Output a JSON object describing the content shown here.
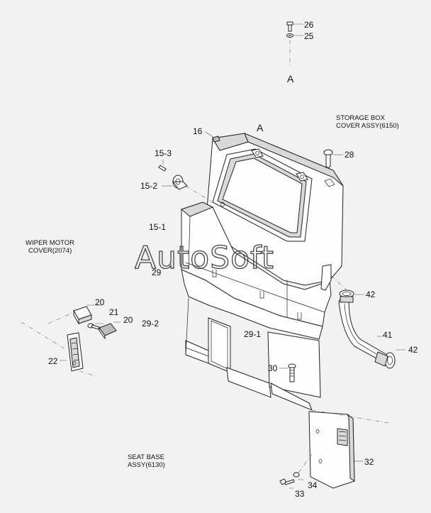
{
  "watermark": "AutoSoft",
  "notes": {
    "storage_box_line1": "STORAGE BOX",
    "storage_box_line2": "COVER ASSY(6150)",
    "wiper_line1": "WIPER MOTOR",
    "wiper_line2": "COVER(2074)",
    "seat_line1": "SEAT BASE",
    "seat_line2": "ASSY(6130)"
  },
  "view_marks": {
    "top": "A",
    "main": "A"
  },
  "callouts": {
    "p26": "26",
    "p25": "25",
    "p16": "16",
    "p15_3": "15-3",
    "p15_2": "15-2",
    "p15_1": "15-1",
    "p28": "28",
    "p29": "29",
    "p42a": "42",
    "p20a": "20",
    "p21": "21",
    "p20b": "20",
    "p29_2": "29-2",
    "p29_1": "29-1",
    "p41": "41",
    "p42b": "42",
    "p22": "22",
    "p30": "30",
    "p32": "32",
    "p34": "34",
    "p33": "33"
  }
}
